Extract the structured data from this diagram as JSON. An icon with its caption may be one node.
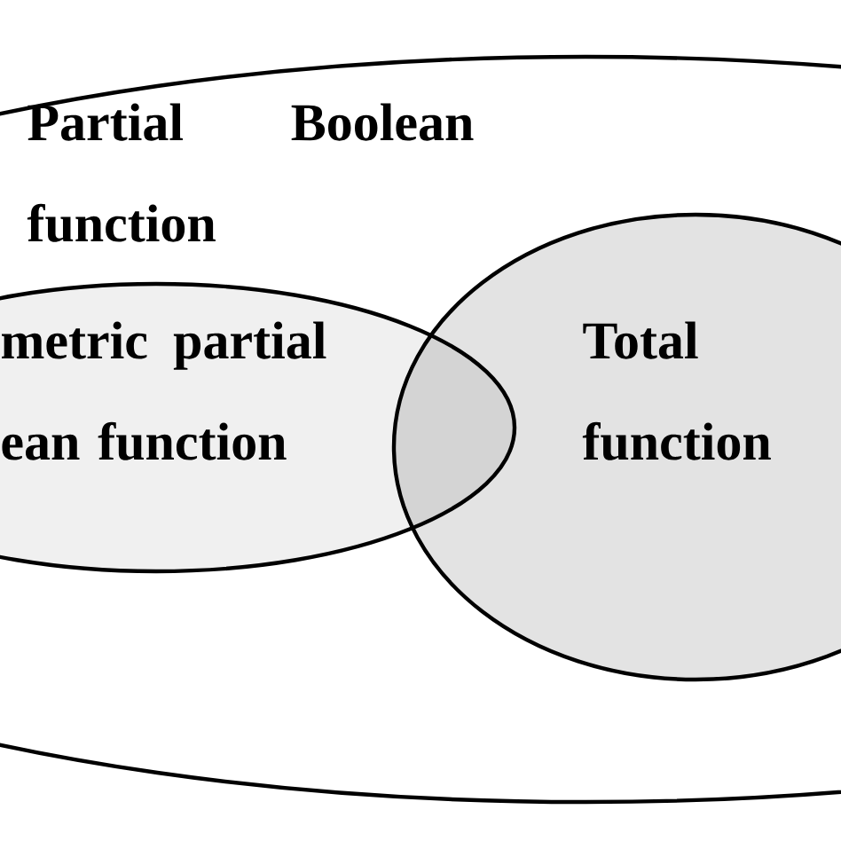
{
  "diagram": {
    "nodes": [
      {
        "text": [
          "Partial Boolean function"
        ]
      },
      {
        "text": [
          "metric partial ean function"
        ],
        "in": 0
      },
      {
        "text": [
          "Total function"
        ],
        "in": 0
      }
    ]
  }
}
